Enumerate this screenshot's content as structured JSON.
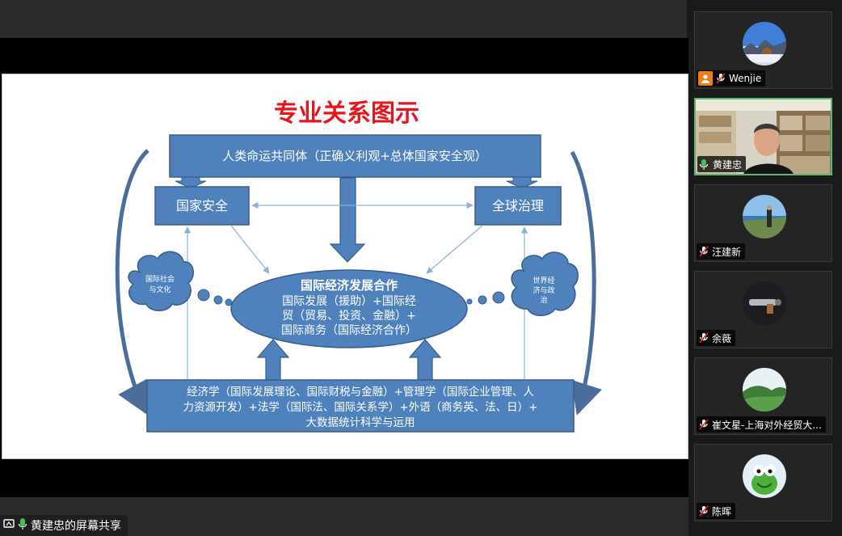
{
  "share": {
    "label": "黄建忠的屏幕共享"
  },
  "slide": {
    "title": "专业关系图示",
    "top_box": "人类命运共同体（正确义利观+总体国家安全观）",
    "left_box": "国家安全",
    "right_box": "全球治理",
    "left_cloud": [
      "国际社会",
      "与文化"
    ],
    "right_cloud": [
      "世界经",
      "济与政",
      "治"
    ],
    "center_title": "国际经济发展合作",
    "center_lines": [
      "国际发展（援助）+国际经",
      "贸（贸易、投资、金融）+",
      "国际商务（国际经济合作）"
    ],
    "bottom_lines": [
      "经济学（国际发展理论、国际财税与金融）+管理学（国际企业管理、人",
      "力资源开发）+法学（国际法、国际关系学）+外语（商务英、法、日）+",
      "大数据统计科学与运用"
    ],
    "colors": {
      "box_fill": "#4f81bd",
      "box_border": "#385d8a",
      "title_color": "#e8141c"
    }
  },
  "participants": [
    {
      "name": "Wenjie",
      "avatar": "winter-landscape-avatar",
      "muted": true,
      "host_badge": true
    },
    {
      "name": "黄建忠",
      "avatar": "video-feed",
      "muted": false,
      "active": true
    },
    {
      "name": "汪建新",
      "avatar": "coast-photo-avatar",
      "muted": true
    },
    {
      "name": "余薇",
      "avatar": "dark-object-avatar",
      "muted": true
    },
    {
      "name": "崔文星-上海对外经贸大...",
      "avatar": "green-hills-avatar",
      "muted": true
    },
    {
      "name": "陈晖",
      "avatar": "kermit-avatar",
      "muted": true
    }
  ]
}
